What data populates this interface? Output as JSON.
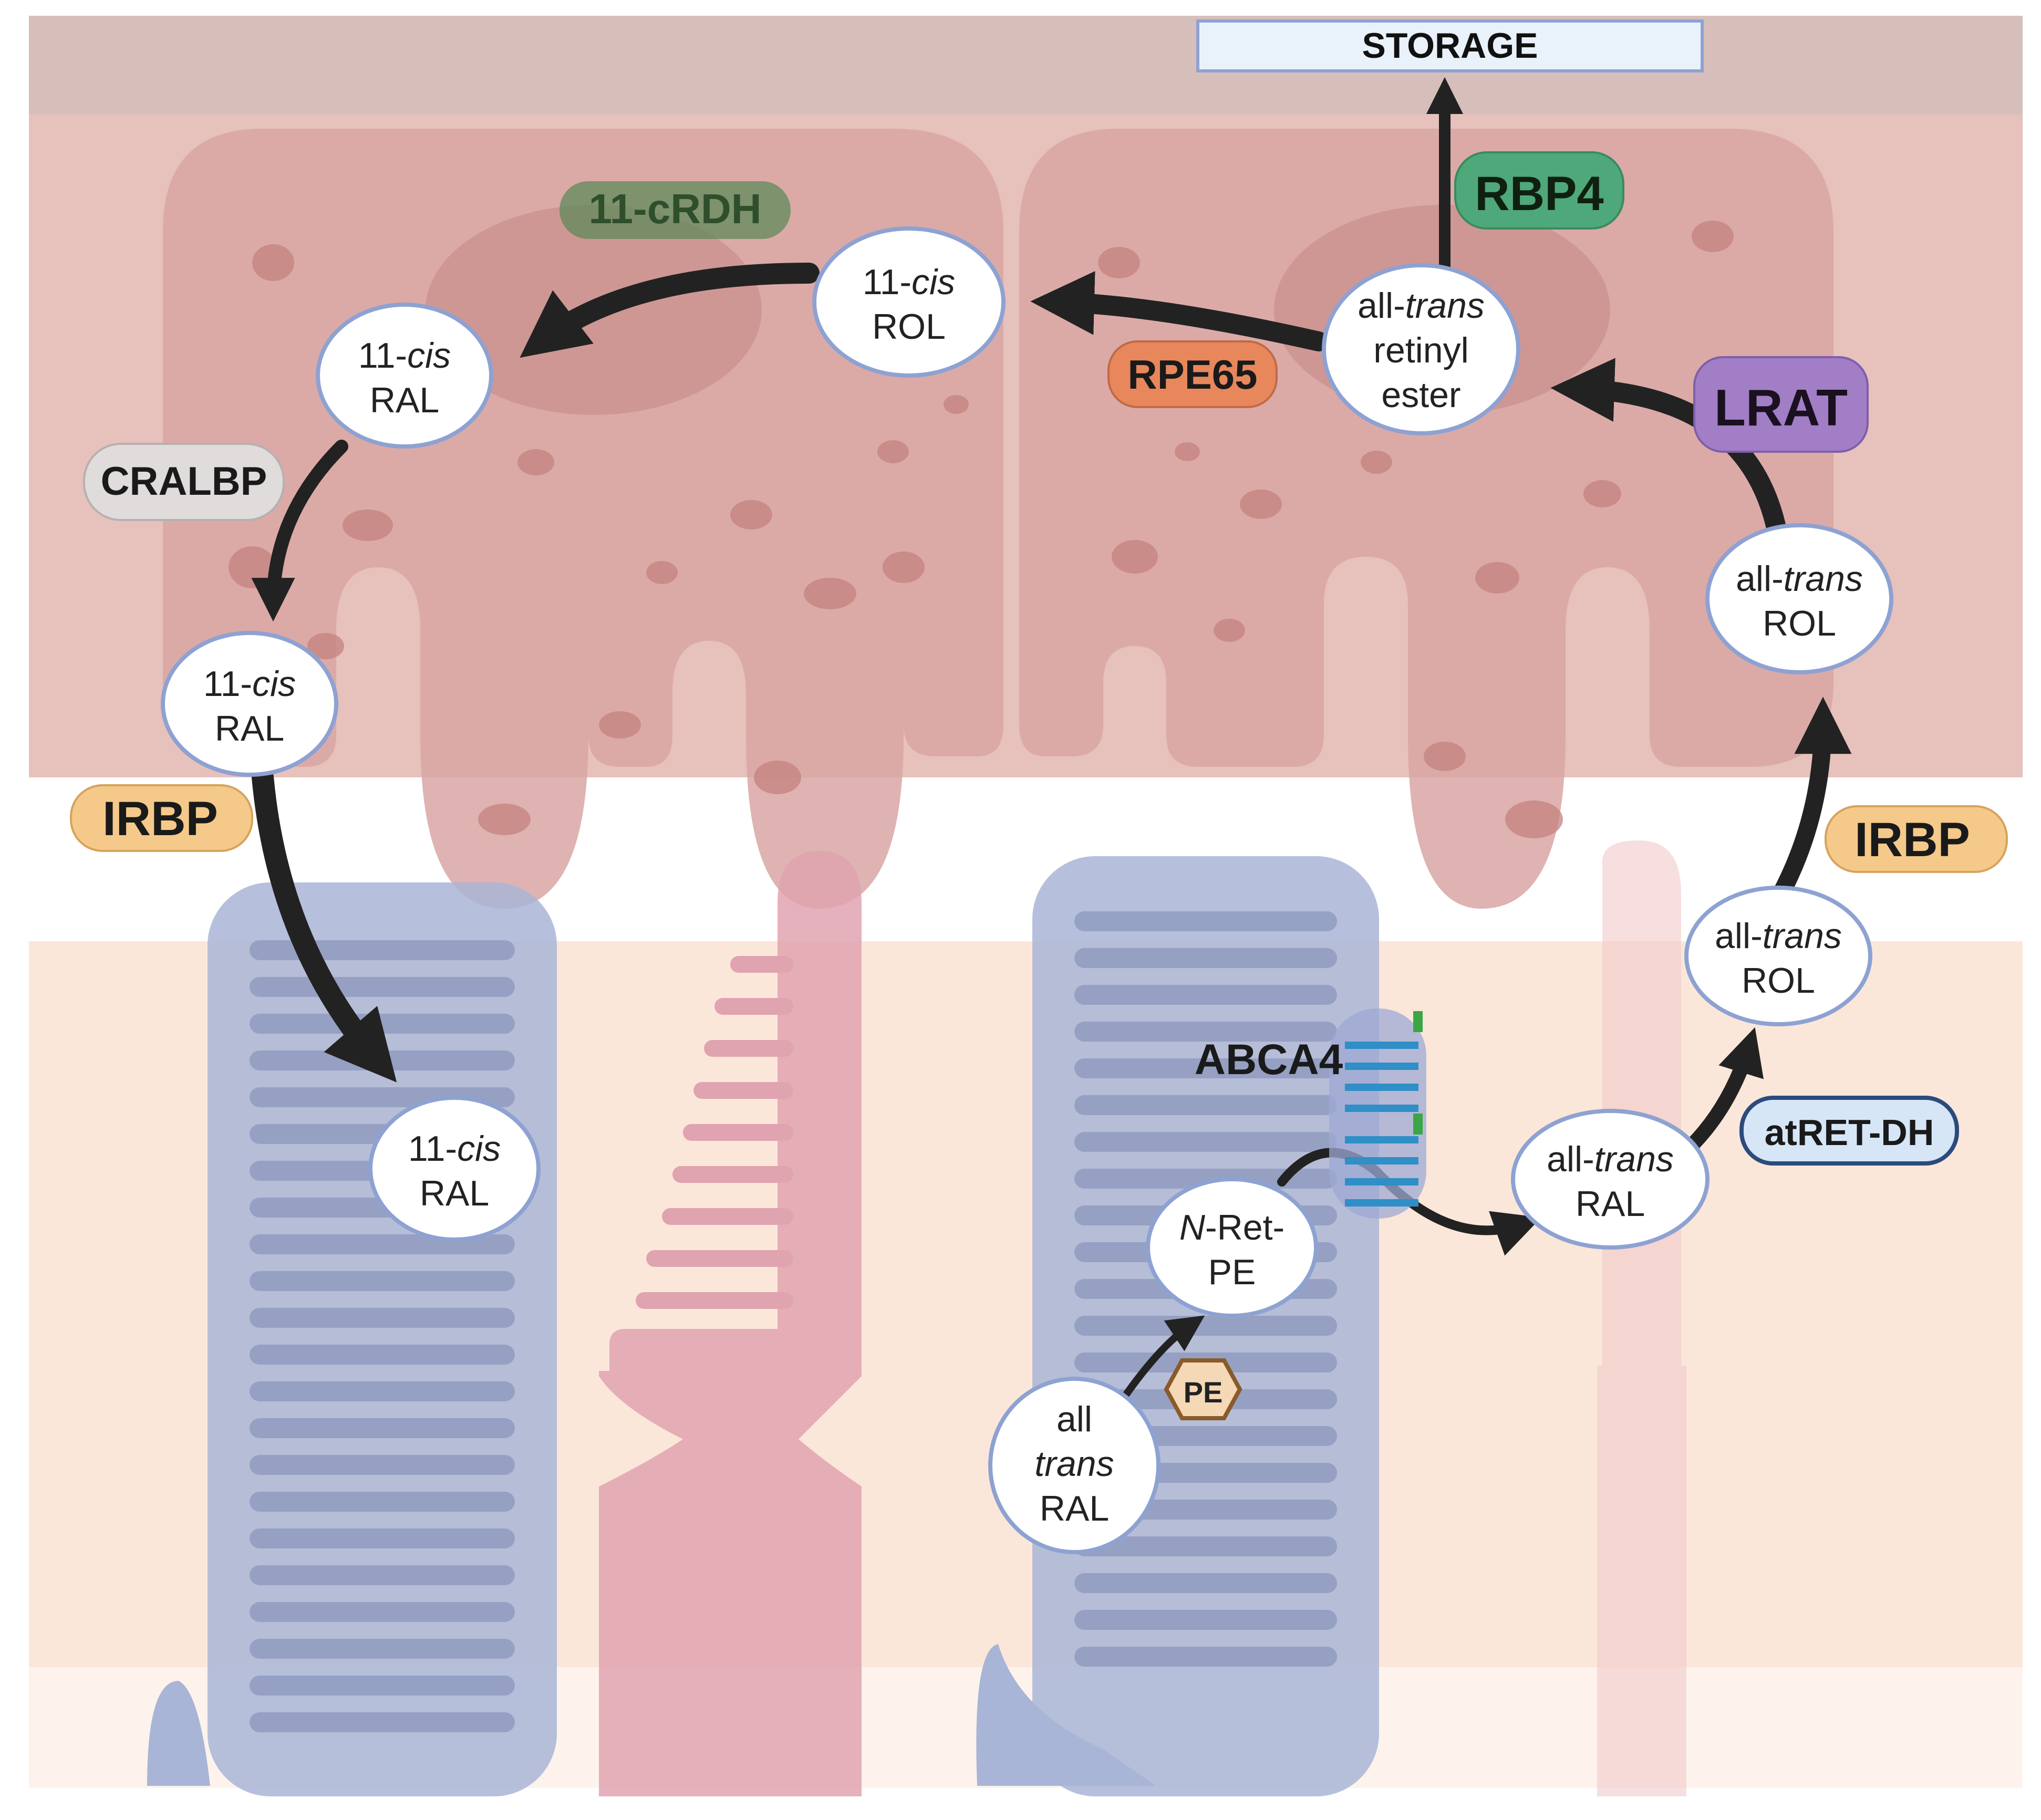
{
  "storage": {
    "label": "STORAGE"
  },
  "enzymes": {
    "rdh": "11-cRDH",
    "rbp4": "RBP4",
    "rpe65": "RPE65",
    "lrat": "LRAT",
    "cralbp": "CRALBP",
    "irbp_left": "IRBP",
    "irbp_right": "IRBP",
    "abca4": "ABCA4",
    "atretdh": "atRET-DH",
    "pe": "PE"
  },
  "nodes": {
    "ester": {
      "l1a": "all-",
      "l1b": "trans",
      "l2": "retinyl",
      "l3": "ester"
    },
    "cis_rol": {
      "l1a": "11-",
      "l1b": "cis",
      "l2": "ROL"
    },
    "cis_ral_top": {
      "l1a": "11-",
      "l1b": "cis",
      "l2": "RAL"
    },
    "cis_ral_mid": {
      "l1a": "11-",
      "l1b": "cis",
      "l2": "RAL"
    },
    "cis_ral_bot": {
      "l1a": "11-",
      "l1b": "cis",
      "l2": "RAL"
    },
    "at_rol_top": {
      "l1a": "all-",
      "l1b": "trans",
      "l2": "ROL"
    },
    "at_rol_mid": {
      "l1a": "all-",
      "l1b": "trans",
      "l2": "ROL"
    },
    "at_ral": {
      "l1a": "all-",
      "l1b": "trans",
      "l2": "RAL"
    },
    "nretpe": {
      "l1a": "N",
      "l1b": "-Ret-",
      "l2": "PE"
    },
    "at_ral_bot": {
      "l1": "all",
      "l2": "trans",
      "l3": "RAL"
    }
  },
  "colors": {
    "rpe": "#d8a6a3",
    "rpe_band": "#e7c1bc",
    "top_band": "#d6bfba",
    "outer_band": "#fbe7da",
    "rod": "#a9b5d6",
    "cone": "#e0a3b0",
    "node_stroke": "#8ea2d2",
    "arrow": "#222222"
  }
}
